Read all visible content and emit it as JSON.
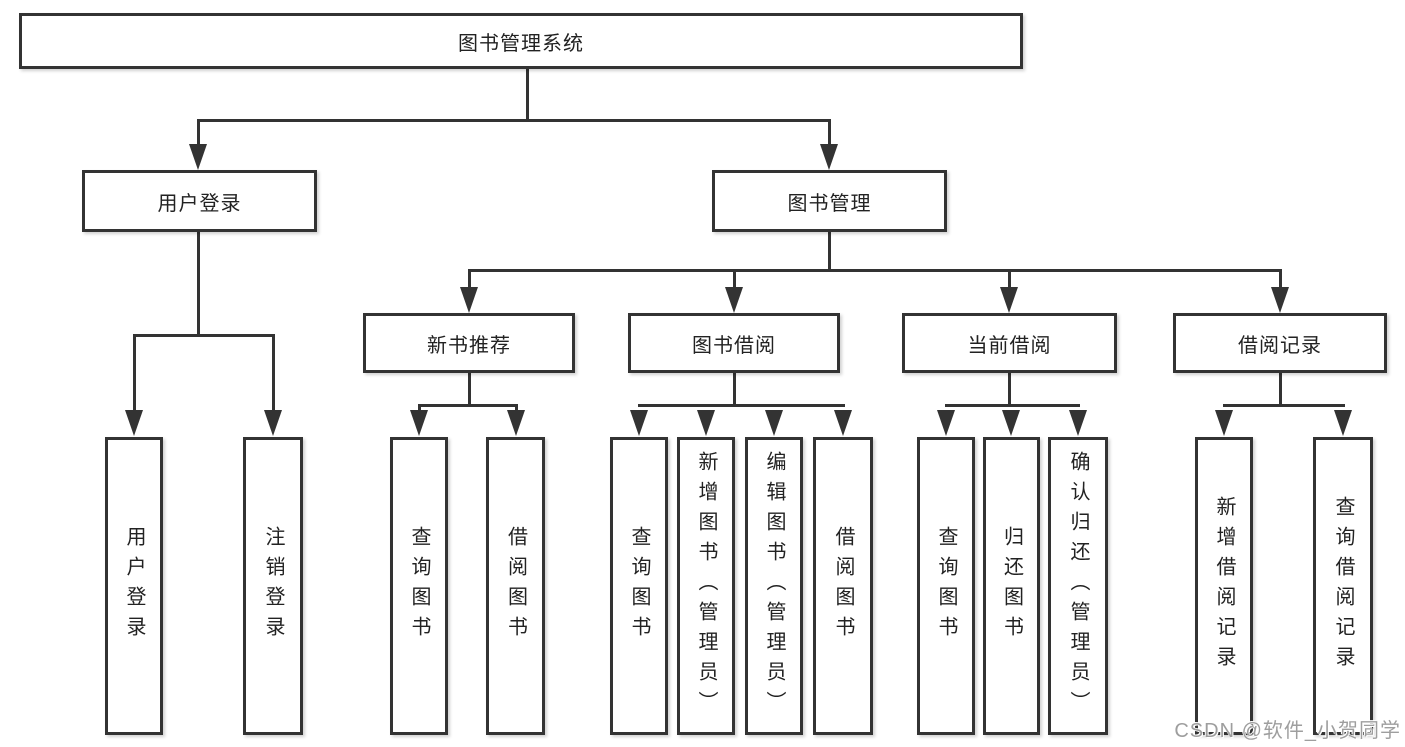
{
  "diagram": {
    "root": {
      "label": "图书管理系统"
    },
    "branches": [
      {
        "label": "用户登录",
        "children": [
          {
            "label": "用户登录"
          },
          {
            "label": "注销登录"
          }
        ]
      },
      {
        "label": "图书管理",
        "children": [
          {
            "label": "新书推荐",
            "children": [
              {
                "label": "查询图书"
              },
              {
                "label": "借阅图书"
              }
            ]
          },
          {
            "label": "图书借阅",
            "children": [
              {
                "label": "查询图书"
              },
              {
                "label": "新增图书（管理员）"
              },
              {
                "label": "编辑图书（管理员）"
              },
              {
                "label": "借阅图书"
              }
            ]
          },
          {
            "label": "当前借阅",
            "children": [
              {
                "label": "查询图书"
              },
              {
                "label": "归还图书"
              },
              {
                "label": "确认归还（管理员）"
              }
            ]
          },
          {
            "label": "借阅记录",
            "children": [
              {
                "label": "新增借阅记录"
              },
              {
                "label": "查询借阅记录"
              }
            ]
          }
        ]
      }
    ]
  },
  "watermark": {
    "text": "CSDN @软件_小贺同学",
    "color": "#9e9e9e"
  },
  "colors": {
    "line": "#333333",
    "box_border": "#333333",
    "text": "#222222",
    "background": "#ffffff"
  }
}
